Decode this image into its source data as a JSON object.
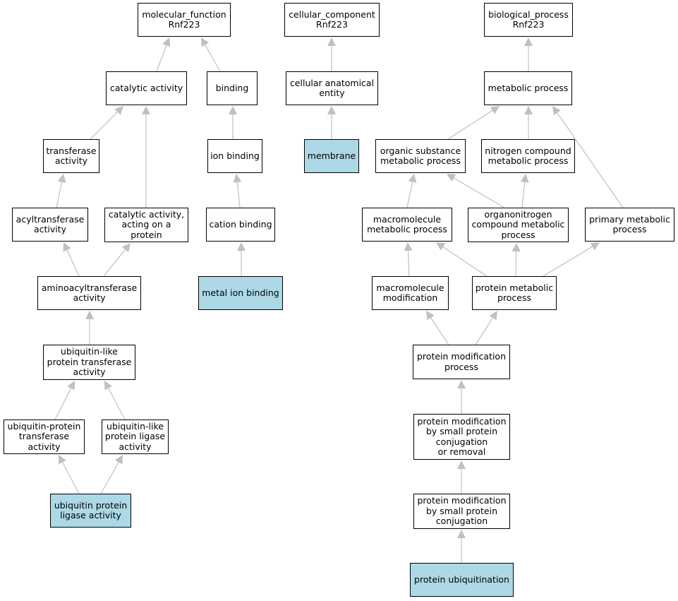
{
  "colors": {
    "highlight": "#add8e6",
    "edge": "#c0c0c0",
    "border": "#000000"
  },
  "nodes": [
    {
      "id": "mf",
      "text": "molecular_function\nRnf223"
    },
    {
      "id": "cat",
      "text": "catalytic activity"
    },
    {
      "id": "bind",
      "text": "binding"
    },
    {
      "id": "trans",
      "text": "transferase\nactivity"
    },
    {
      "id": "ionb",
      "text": "ion binding"
    },
    {
      "id": "acyl",
      "text": "acyltransferase\nactivity"
    },
    {
      "id": "catprot",
      "text": "catalytic activity,\nacting on a\nprotein"
    },
    {
      "id": "cationb",
      "text": "cation binding"
    },
    {
      "id": "amino",
      "text": "aminoacyltransferase\nactivity"
    },
    {
      "id": "metalb",
      "text": "metal ion binding",
      "highlight": true
    },
    {
      "id": "ublt",
      "text": "ubiquitin-like\nprotein transferase\nactivity"
    },
    {
      "id": "ubpt",
      "text": "ubiquitin-protein\ntransferase\nactivity"
    },
    {
      "id": "ublig",
      "text": "ubiquitin-like\nprotein ligase\nactivity"
    },
    {
      "id": "ubpl",
      "text": "ubiquitin protein\nligase activity",
      "highlight": true
    },
    {
      "id": "cc",
      "text": "cellular_component\nRnf223"
    },
    {
      "id": "cae",
      "text": "cellular anatomical\nentity"
    },
    {
      "id": "mem",
      "text": "membrane",
      "highlight": true
    },
    {
      "id": "bp",
      "text": "biological_process\nRnf223"
    },
    {
      "id": "metab",
      "text": "metabolic process"
    },
    {
      "id": "osmp",
      "text": "organic substance\nmetabolic process"
    },
    {
      "id": "ncmp",
      "text": "nitrogen compound\nmetabolic process"
    },
    {
      "id": "macmp",
      "text": "macromolecule\nmetabolic process"
    },
    {
      "id": "ocmp",
      "text": "organonitrogen\ncompound metabolic\nprocess"
    },
    {
      "id": "pmp",
      "text": "primary metabolic\nprocess"
    },
    {
      "id": "macmod",
      "text": "macromolecule\nmodification"
    },
    {
      "id": "protmp",
      "text": "protein metabolic\nprocess"
    },
    {
      "id": "pmod",
      "text": "protein modification\nprocess"
    },
    {
      "id": "pmodsp",
      "text": "protein modification\nby small protein\nconjugation\nor removal"
    },
    {
      "id": "pmodspc",
      "text": "protein modification\nby small protein\nconjugation"
    },
    {
      "id": "pubq",
      "text": "protein ubiquitination",
      "highlight": true
    }
  ],
  "edges": [
    {
      "from": "cat",
      "to": "mf"
    },
    {
      "from": "bind",
      "to": "mf"
    },
    {
      "from": "trans",
      "to": "cat"
    },
    {
      "from": "catprot",
      "to": "cat"
    },
    {
      "from": "ionb",
      "to": "bind"
    },
    {
      "from": "acyl",
      "to": "trans"
    },
    {
      "from": "cationb",
      "to": "ionb"
    },
    {
      "from": "amino",
      "to": "acyl"
    },
    {
      "from": "amino",
      "to": "catprot"
    },
    {
      "from": "metalb",
      "to": "cationb"
    },
    {
      "from": "ublt",
      "to": "amino"
    },
    {
      "from": "ubpt",
      "to": "ublt"
    },
    {
      "from": "ublig",
      "to": "ublt"
    },
    {
      "from": "ubpl",
      "to": "ubpt"
    },
    {
      "from": "ubpl",
      "to": "ublig"
    },
    {
      "from": "cae",
      "to": "cc"
    },
    {
      "from": "mem",
      "to": "cae"
    },
    {
      "from": "metab",
      "to": "bp"
    },
    {
      "from": "osmp",
      "to": "metab"
    },
    {
      "from": "ncmp",
      "to": "metab"
    },
    {
      "from": "pmp",
      "to": "metab"
    },
    {
      "from": "macmp",
      "to": "osmp"
    },
    {
      "from": "ocmp",
      "to": "osmp"
    },
    {
      "from": "ocmp",
      "to": "ncmp"
    },
    {
      "from": "macmod",
      "to": "macmp"
    },
    {
      "from": "protmp",
      "to": "macmp"
    },
    {
      "from": "protmp",
      "to": "ocmp"
    },
    {
      "from": "protmp",
      "to": "pmp"
    },
    {
      "from": "pmod",
      "to": "macmod"
    },
    {
      "from": "pmod",
      "to": "protmp"
    },
    {
      "from": "pmodsp",
      "to": "pmod"
    },
    {
      "from": "pmodspc",
      "to": "pmodsp"
    },
    {
      "from": "pubq",
      "to": "pmodspc"
    }
  ]
}
